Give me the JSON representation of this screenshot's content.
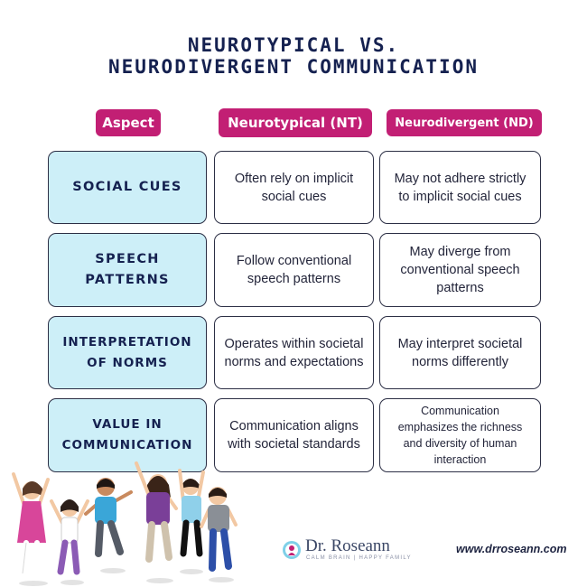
{
  "title": {
    "line1": "NEUROTYPICAL VS.",
    "line2": "NEURODIVERGENT COMMUNICATION"
  },
  "headers": {
    "aspect": "Aspect",
    "neurotypical": "Neurotypical (NT)",
    "neurodivergent": "Neurodivergent (ND)"
  },
  "rows": [
    {
      "aspect": [
        "SOCIAL CUES"
      ],
      "nt": [
        "Often rely on implicit",
        "social cues"
      ],
      "nd": [
        "May not adhere strictly",
        "to implicit social cues"
      ]
    },
    {
      "aspect": [
        "SPEECH",
        "PATTERNS"
      ],
      "nt": [
        "Follow conventional",
        "speech patterns"
      ],
      "nd": [
        "May diverge from",
        "conventional speech",
        "patterns"
      ]
    },
    {
      "aspect": [
        "INTERPRETATION",
        "OF NORMS"
      ],
      "nt": [
        "Operates within societal",
        "norms and expectations"
      ],
      "nd": [
        "May interpret societal",
        "norms differently"
      ]
    },
    {
      "aspect": [
        "VALUE IN",
        "COMMUNICATION"
      ],
      "nt": [
        "Communication aligns",
        "with societal standards"
      ],
      "nd": [
        "Communication",
        "emphasizes the richness",
        "and diversity of human",
        "interaction"
      ]
    }
  ],
  "brand": {
    "logo_name": "Dr. Roseann",
    "logo_tagline": "CALM BRAIN | HAPPY FAMILY",
    "website": "www.drroseann.com"
  },
  "colors": {
    "title": "#152150",
    "pill": "#c21f74",
    "aspect_cell": "#cdeff8",
    "border": "#2c2f45"
  },
  "illustration": "jumping-children-illustration"
}
